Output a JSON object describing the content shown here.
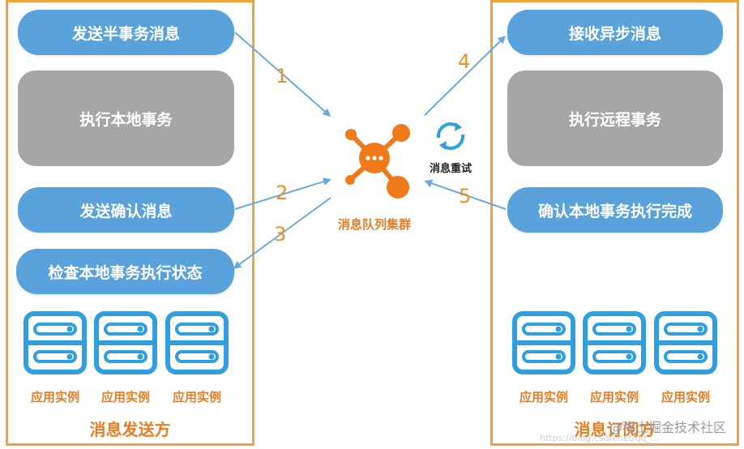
{
  "sender": {
    "title": "消息发送方",
    "steps": [
      "发送半事务消息",
      "执行本地事务",
      "发送确认消息",
      "检查本地事务执行状态"
    ],
    "instances": [
      "应用实例",
      "应用实例",
      "应用实例"
    ]
  },
  "receiver": {
    "title": "消息订阅方",
    "steps": [
      "接收异步消息",
      "执行远程事务",
      "确认本地事务执行完成"
    ],
    "instances": [
      "应用实例",
      "应用实例",
      "应用实例"
    ]
  },
  "hub": {
    "label": "消息队列集群",
    "icon": "hub-icon"
  },
  "retry": {
    "label": "消息重试",
    "icon": "refresh-icon"
  },
  "flow_numbers": [
    "1",
    "2",
    "3",
    "4",
    "5"
  ],
  "watermark": {
    "text": "@稀土掘金技术社区",
    "url": "https://blog.csdn.net/qq_..."
  },
  "colors": {
    "border": "#f0a23c",
    "pill": "#5aa2dc",
    "gray": "#a6a6a6",
    "accent": "#e87d23",
    "server": "#2f9fe0",
    "arrow": "#6aa9dc"
  }
}
